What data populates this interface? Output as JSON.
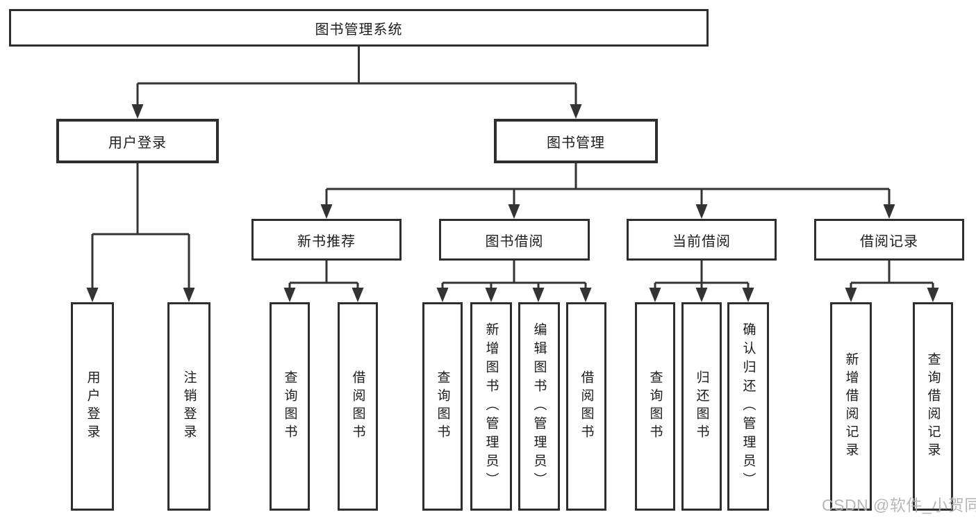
{
  "watermark": "CSDN @软件_小贺同学",
  "colors": {
    "line": "#333333",
    "box_border": "#2e2e2e",
    "text": "#1c1c1c",
    "watermark": "#b0b0b0",
    "background": "#ffffff"
  },
  "tree": {
    "label": "图书管理系统",
    "children": [
      {
        "label": "用户登录",
        "children": [
          {
            "label": "用户登录"
          },
          {
            "label": "注销登录"
          }
        ]
      },
      {
        "label": "图书管理",
        "children": [
          {
            "label": "新书推荐",
            "children": [
              {
                "label": "查询图书"
              },
              {
                "label": "借阅图书"
              }
            ]
          },
          {
            "label": "图书借阅",
            "children": [
              {
                "label": "查询图书"
              },
              {
                "label": "新增图书（管理员）"
              },
              {
                "label": "编辑图书（管理员）"
              },
              {
                "label": "借阅图书"
              }
            ]
          },
          {
            "label": "当前借阅",
            "children": [
              {
                "label": "查询图书"
              },
              {
                "label": "归还图书"
              },
              {
                "label": "确认归还（管理员）"
              }
            ]
          },
          {
            "label": "借阅记录",
            "children": [
              {
                "label": "新增借阅记录"
              },
              {
                "label": "查询借阅记录"
              }
            ]
          }
        ]
      }
    ]
  }
}
